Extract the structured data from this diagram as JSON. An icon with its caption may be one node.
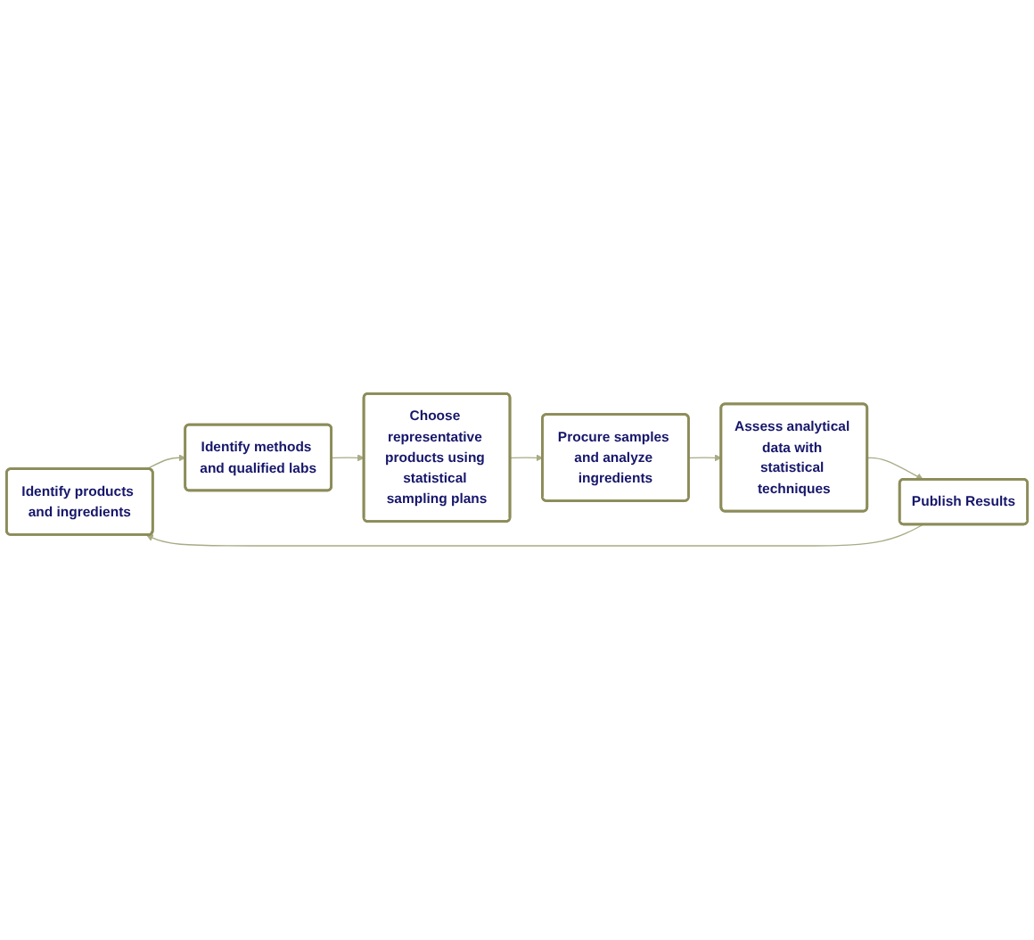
{
  "diagram": {
    "nodes": [
      {
        "text": [
          "Identify products and ingredients"
        ]
      },
      {
        "text": [
          "Identify methods and qualified labs"
        ]
      },
      {
        "text": [
          "Choose representative products using statistical sampling plans"
        ]
      },
      {
        "text": [
          "Procure samples and analyze ingredients"
        ]
      },
      {
        "text": [
          "Assess analytical data with statistical techniques"
        ]
      },
      {
        "text": [
          "Publish Results"
        ]
      }
    ],
    "edges": [
      {
        "from": 0,
        "to": 1,
        "arrow": "to"
      },
      {
        "from": 1,
        "to": 2,
        "arrow": "to"
      },
      {
        "from": 2,
        "to": 3,
        "arrow": "to"
      },
      {
        "from": 3,
        "to": 4,
        "arrow": "to"
      },
      {
        "from": 4,
        "to": 5,
        "arrow": "to"
      },
      {
        "from": 5,
        "to": 0,
        "arrow": "to"
      }
    ]
  }
}
